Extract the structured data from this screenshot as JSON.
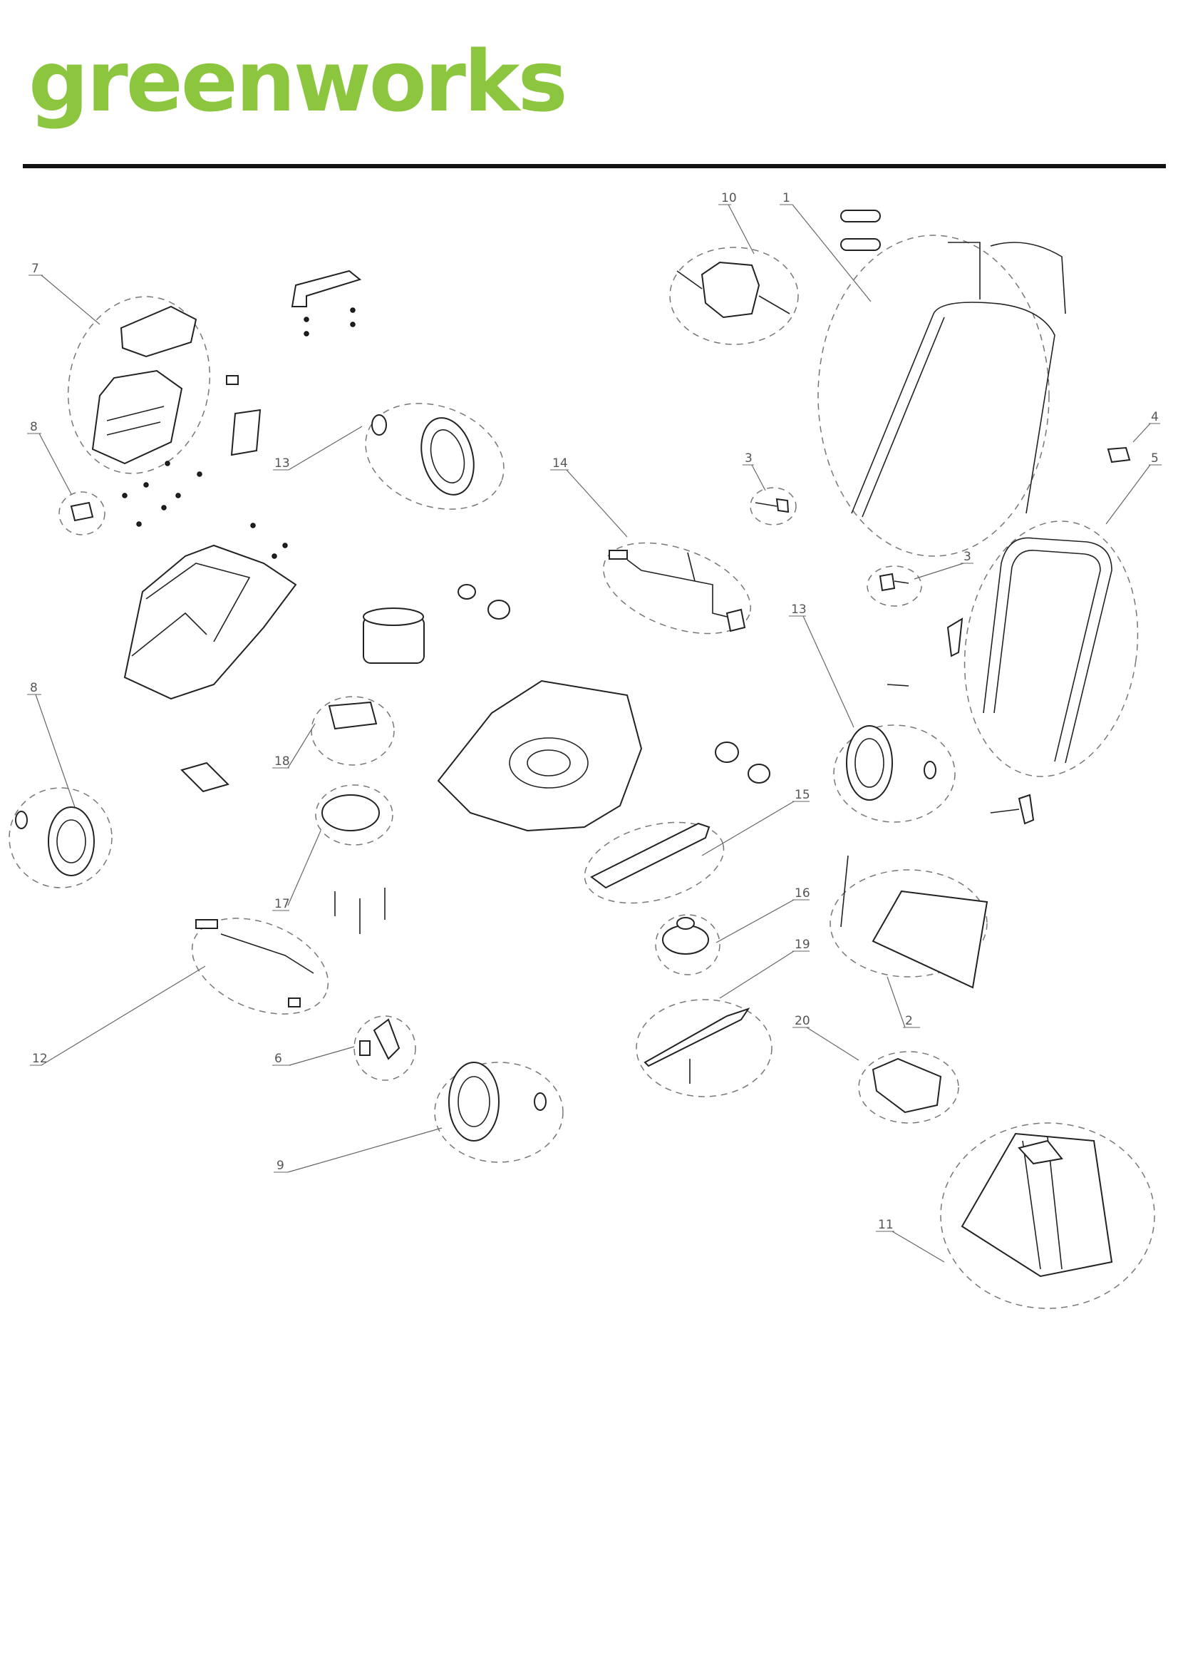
{
  "brand": {
    "name": "greenworks",
    "registered_mark": "®",
    "color": "#8cc63f"
  },
  "callouts": [
    "1",
    "2",
    "3",
    "3",
    "4",
    "5",
    "6",
    "7",
    "8",
    "8",
    "9",
    "10",
    "11",
    "12",
    "13",
    "13",
    "14",
    "15",
    "16",
    "17",
    "18",
    "19",
    "20"
  ]
}
